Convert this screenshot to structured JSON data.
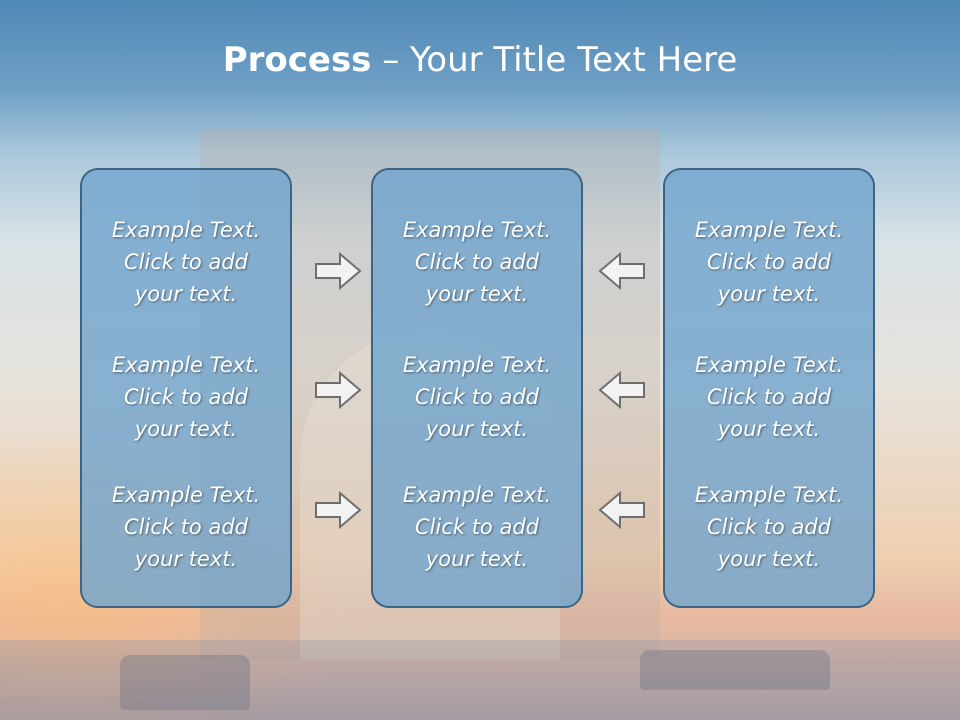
{
  "title": {
    "bold": "Process",
    "rest": " – Your Title Text Here"
  },
  "columns": [
    {
      "blocks": [
        {
          "line1": "Example Text.",
          "line2": "Click  to add",
          "line3": "your text."
        },
        {
          "line1": "Example Text.",
          "line2": "Click  to add",
          "line3": "your text."
        },
        {
          "line1": "Example Text.",
          "line2": "Click  to add",
          "line3": "your text."
        }
      ]
    },
    {
      "blocks": [
        {
          "line1": "Example Text.",
          "line2": "Click  to add",
          "line3": "your text."
        },
        {
          "line1": "Example Text.",
          "line2": "Click  to add",
          "line3": "your text."
        },
        {
          "line1": "Example Text.",
          "line2": "Click  to add",
          "line3": "your text."
        }
      ]
    },
    {
      "blocks": [
        {
          "line1": "Example Text.",
          "line2": "Click  to add",
          "line3": "your text."
        },
        {
          "line1": "Example Text.",
          "line2": "Click  to add",
          "line3": "your text."
        },
        {
          "line1": "Example Text.",
          "line2": "Click  to add",
          "line3": "your text."
        }
      ]
    }
  ],
  "arrows": {
    "left_set": "arrow-right-icon",
    "right_set": "arrow-left-icon"
  },
  "colors": {
    "box_fill": "#73a5cd",
    "box_border": "#3c6585",
    "title_text": "#ffffff"
  }
}
